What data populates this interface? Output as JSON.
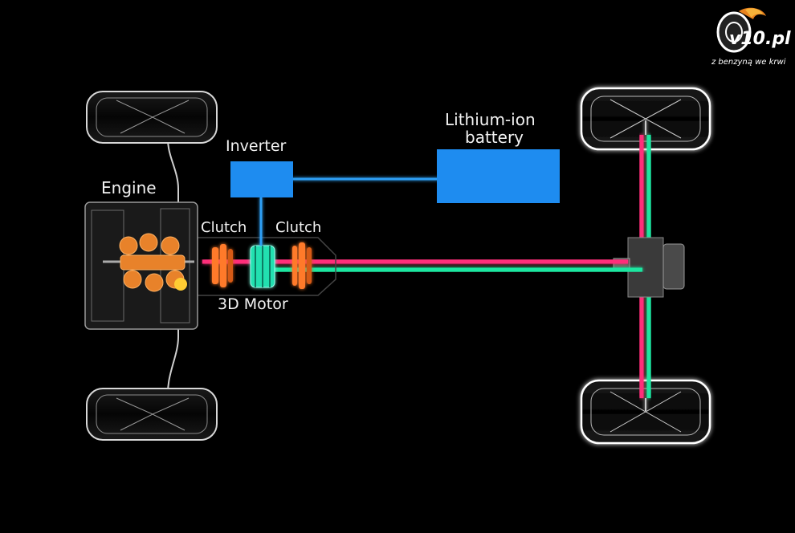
{
  "labels": {
    "engine": "Engine",
    "inverter": "Inverter",
    "battery_line1": "Lithium-ion",
    "battery_line2": "battery",
    "clutch_left": "Clutch",
    "clutch_right": "Clutch",
    "motor": "3D Motor"
  },
  "logo": {
    "name": "v10.pl",
    "tagline": "z benzyną we krwi"
  },
  "colors": {
    "background": "#000000",
    "box_blue": "#1e8cf0",
    "line_blue": "#2f9ff5",
    "shaft_pink": "#ff2f7a",
    "shaft_green": "#1fe6a0",
    "clutch_orange": "#ff7a2a",
    "engine_orange": "#e8822a",
    "motor_green": "#23e0b0",
    "wheel_glow": "#ffffff"
  }
}
